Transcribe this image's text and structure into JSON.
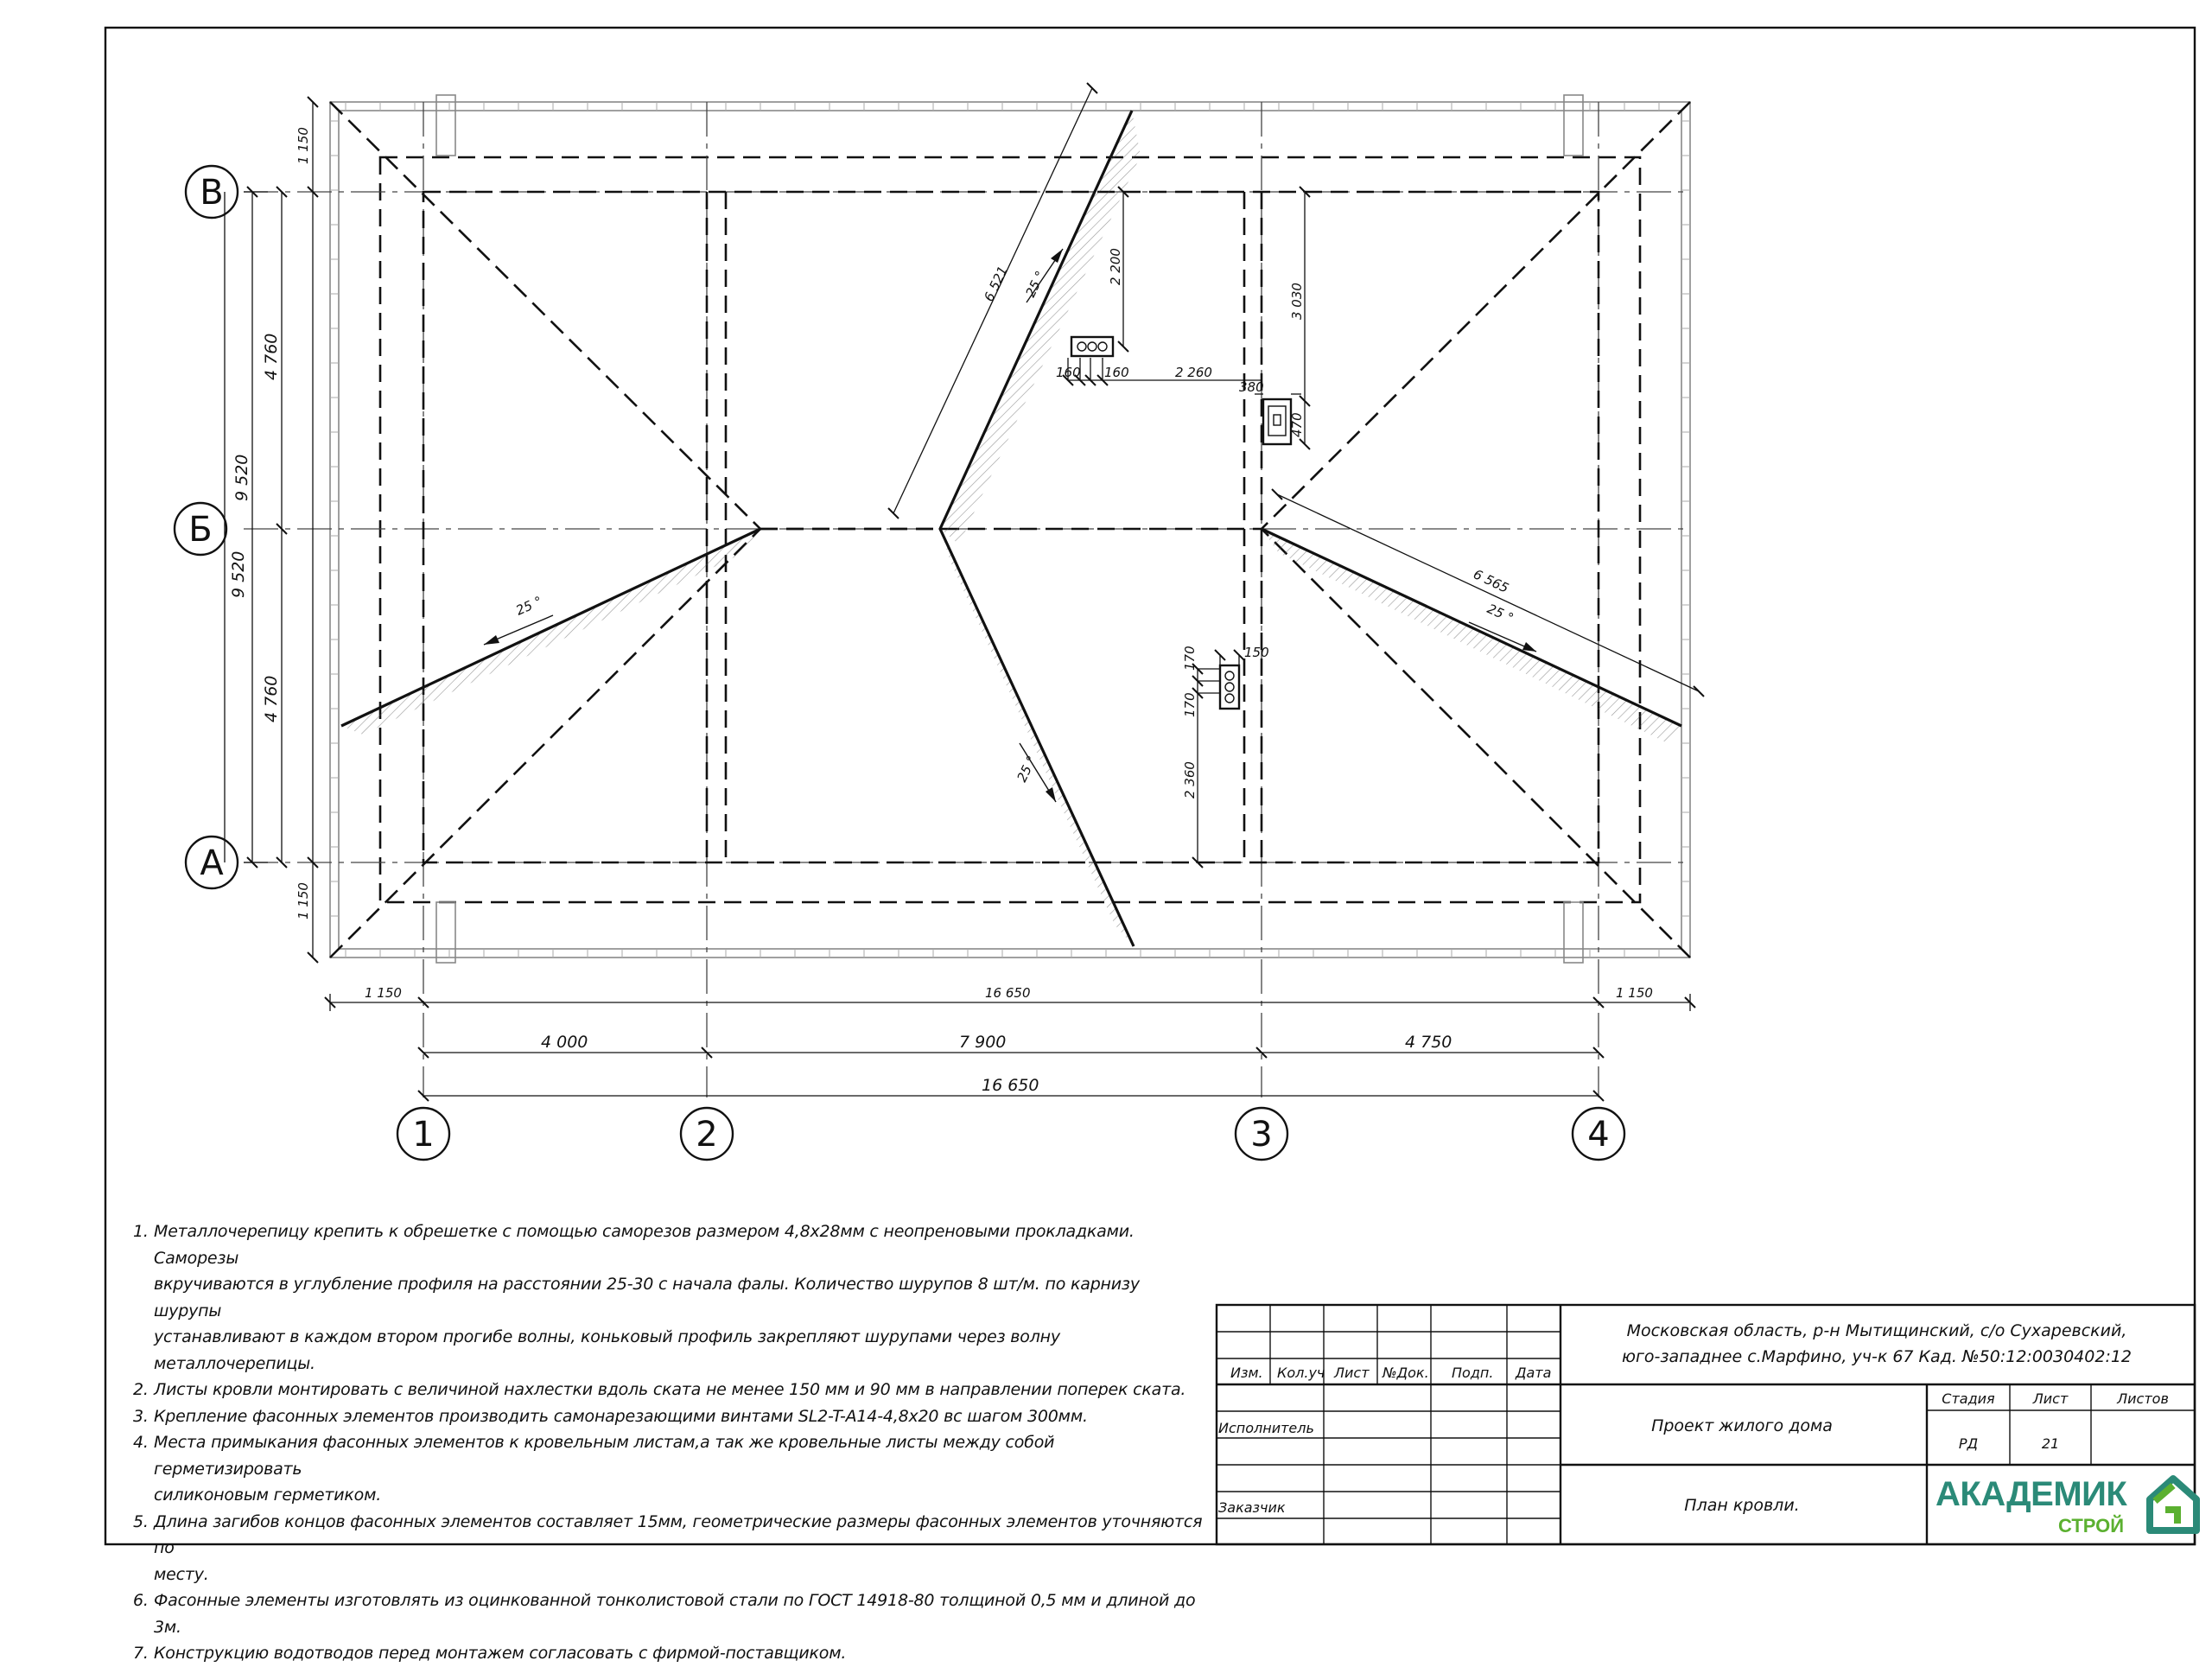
{
  "axes": {
    "letters": [
      "В",
      "Б",
      "А"
    ],
    "numbers": [
      "1",
      "2",
      "3",
      "4"
    ]
  },
  "dims": {
    "top_eave": "1 150",
    "bottom_eave": "1 150",
    "left_upper": "4 760",
    "left_lower": "4 760",
    "left_span": "9 520",
    "left_total": "9 520",
    "bottom_left_eave": "1 150",
    "bottom_right_eave": "1 150",
    "bottom_overall": "16 650",
    "bay_1_2": "4 000",
    "bay_2_3": "7 900",
    "bay_3_4": "4 750",
    "bottom_axes_total": "16 650",
    "rafter_left": "6 521",
    "rafter_right": "6 565",
    "vent_top_v": "2 200",
    "vent_top_h": "2 260",
    "vent_a": "160",
    "vent_b": "160",
    "chimney_v": "3 030",
    "chimney_a": "380",
    "chimney_b": "470",
    "vent_low_v": "2 360",
    "vent_low_a": "170",
    "vent_low_b": "170",
    "vent_low_c": "150"
  },
  "slopes": {
    "left": "25 °",
    "top": "25 °",
    "bottom": "25 °",
    "right": "25 °"
  },
  "notes": [
    {
      "n": "1.",
      "lines": [
        "Металлочерепицу крепить к обрешетке с помощью саморезов размером 4,8х28мм с неопреновыми прокладками. Саморезы",
        "вкручиваются в углубление профиля на расстоянии 25-30 с начала фалы. Количество шурупов 8 шт/м. по карнизу шурупы",
        "устанавливают в каждом втором прогибе волны, коньковый профиль закрепляют шурупами через волну металлочерепицы."
      ]
    },
    {
      "n": "2.",
      "lines": [
        "Листы кровли монтировать с величиной нахлестки вдоль ската не менее 150 мм и 90 мм в направлении поперек ската."
      ]
    },
    {
      "n": "3.",
      "lines": [
        "Крепление фасонных элементов производить самонарезающими винтами SL2-T-A14-4,8х20 вс шагом 300мм."
      ]
    },
    {
      "n": "4.",
      "lines": [
        "Места примыкания фасонных элементов к кровельным листам,а так же кровельные листы между собой герметизировать",
        "силиконовым герметиком."
      ]
    },
    {
      "n": "5.",
      "lines": [
        "Длина загибов концов фасонных элементов составляет 15мм, геометрические размеры фасонных элементов уточняются по",
        "месту."
      ]
    },
    {
      "n": "6.",
      "lines": [
        "Фасонные элементы изготовлять из оцинкованной тонколистовой стали по ГОСТ 14918-80 толщиной 0,5 мм и длиной до 3м."
      ]
    },
    {
      "n": "7.",
      "lines": [
        "Конструкцию водотводов перед монтажем согласовать с фирмой-поставщиком."
      ]
    }
  ],
  "title_block": {
    "headers": [
      "Изм.",
      "Кол.уч",
      "Лист",
      "№Док.",
      "Подп.",
      "Дата"
    ],
    "executor": "Исполнитель",
    "customer": "Заказчик",
    "address_line1": "Московская область, р-н Мытищинский, с/о Сухаревский,",
    "address_line2": "юго-западнее с.Марфино, уч-к 67  Кад. №50:12:0030402:12",
    "project": "Проект жилого дома",
    "sheet_title": "План кровли.",
    "stage_label": "Стадия",
    "sheet_label": "Лист",
    "sheets_label": "Листов",
    "stage": "РД",
    "sheet_no": "21",
    "sheets_total": ""
  },
  "logo": {
    "main": "АКАДЕМИК",
    "sub": "СТРОЙ",
    "color_main": "#2b8a78",
    "color_accent": "#5bb030"
  }
}
